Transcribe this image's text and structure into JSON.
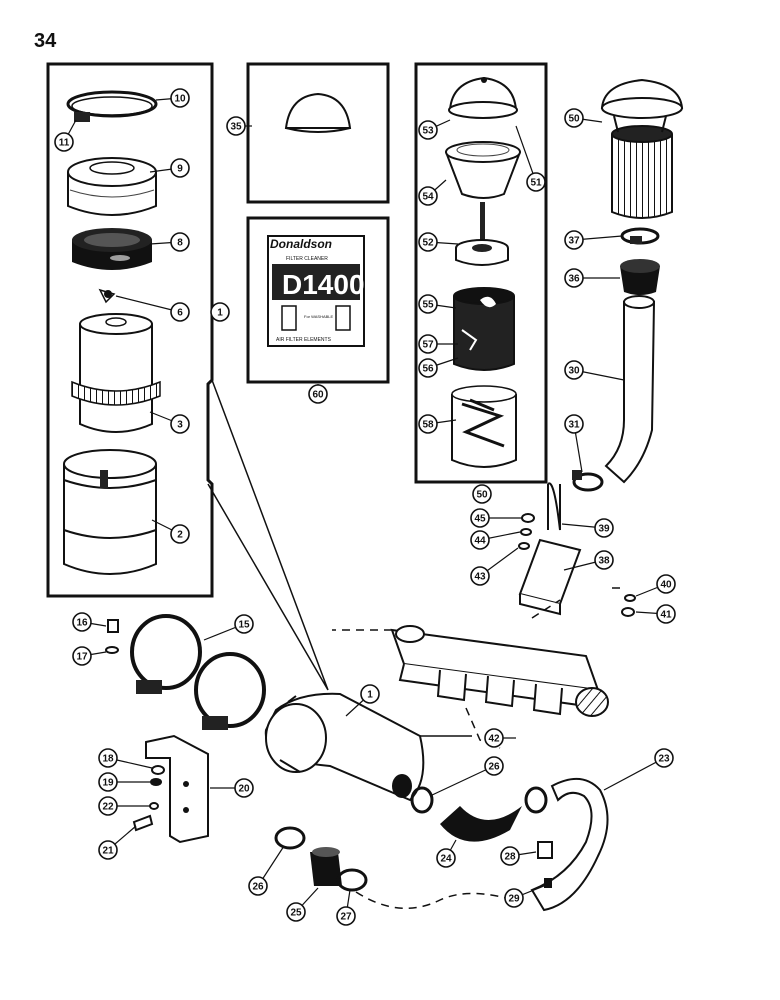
{
  "page_number": "34",
  "colors": {
    "ink": "#111111",
    "paper": "#ffffff",
    "shade": "#444444"
  },
  "product_box": {
    "brand": "Donaldson",
    "subtitle": "FILTER CLEANER",
    "model": "D1400",
    "small_text": "For\nWASHABLE",
    "bottom_text": "AIR FILTER ELEMENTS"
  },
  "callouts": [
    {
      "id": "c10",
      "label": "10"
    },
    {
      "id": "c11",
      "label": "11"
    },
    {
      "id": "c9",
      "label": "9"
    },
    {
      "id": "c8",
      "label": "8"
    },
    {
      "id": "c6",
      "label": "6"
    },
    {
      "id": "c1a",
      "label": "1"
    },
    {
      "id": "c3",
      "label": "3"
    },
    {
      "id": "c2",
      "label": "2"
    },
    {
      "id": "c35",
      "label": "35"
    },
    {
      "id": "c60",
      "label": "60"
    },
    {
      "id": "c53",
      "label": "53"
    },
    {
      "id": "c54",
      "label": "54"
    },
    {
      "id": "c51",
      "label": "51"
    },
    {
      "id": "c52",
      "label": "52"
    },
    {
      "id": "c55",
      "label": "55"
    },
    {
      "id": "c57",
      "label": "57"
    },
    {
      "id": "c56",
      "label": "56"
    },
    {
      "id": "c58",
      "label": "58"
    },
    {
      "id": "c50a",
      "label": "50"
    },
    {
      "id": "c50b",
      "label": "50"
    },
    {
      "id": "c37",
      "label": "37"
    },
    {
      "id": "c36",
      "label": "36"
    },
    {
      "id": "c30",
      "label": "30"
    },
    {
      "id": "c31",
      "label": "31"
    },
    {
      "id": "c45",
      "label": "45"
    },
    {
      "id": "c44",
      "label": "44"
    },
    {
      "id": "c43",
      "label": "43"
    },
    {
      "id": "c39",
      "label": "39"
    },
    {
      "id": "c38",
      "label": "38"
    },
    {
      "id": "c40",
      "label": "40"
    },
    {
      "id": "c41",
      "label": "41"
    },
    {
      "id": "c16",
      "label": "16"
    },
    {
      "id": "c17",
      "label": "17"
    },
    {
      "id": "c15",
      "label": "15"
    },
    {
      "id": "c1b",
      "label": "1"
    },
    {
      "id": "c42",
      "label": "42"
    },
    {
      "id": "c23",
      "label": "23"
    },
    {
      "id": "c18",
      "label": "18"
    },
    {
      "id": "c19",
      "label": "19"
    },
    {
      "id": "c20",
      "label": "20"
    },
    {
      "id": "c22",
      "label": "22"
    },
    {
      "id": "c21",
      "label": "21"
    },
    {
      "id": "c26a",
      "label": "26"
    },
    {
      "id": "c24",
      "label": "24"
    },
    {
      "id": "c28",
      "label": "28"
    },
    {
      "id": "c29",
      "label": "29"
    },
    {
      "id": "c26b",
      "label": "26"
    },
    {
      "id": "c25",
      "label": "25"
    },
    {
      "id": "c27",
      "label": "27"
    }
  ]
}
